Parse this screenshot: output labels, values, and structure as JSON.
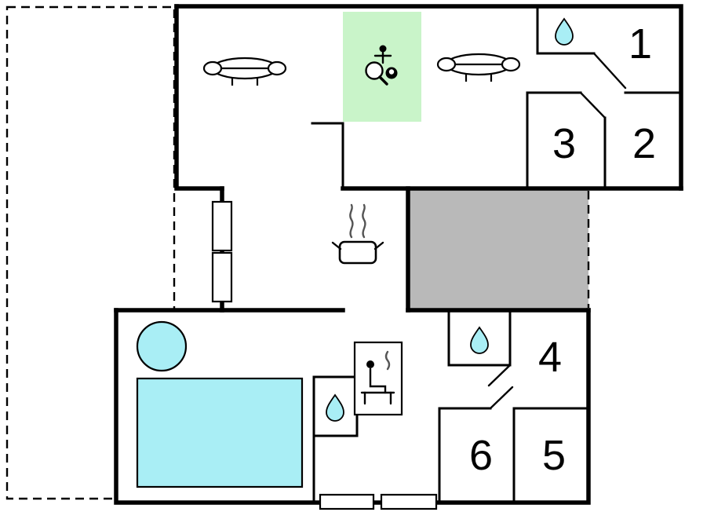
{
  "floorplan": {
    "rooms": [
      {
        "label": "1"
      },
      {
        "label": "2"
      },
      {
        "label": "3"
      },
      {
        "label": "4"
      },
      {
        "label": "5"
      },
      {
        "label": "6"
      }
    ],
    "icons": [
      {
        "name": "water-drop-icon",
        "count": 3
      },
      {
        "name": "sofa-icon",
        "count": 2
      },
      {
        "name": "game-room-icon",
        "count": 1
      },
      {
        "name": "stove-icon",
        "count": 1
      },
      {
        "name": "sauna-icon",
        "count": 1
      },
      {
        "name": "swimming-pool",
        "count": 1
      },
      {
        "name": "hot-tub",
        "count": 1
      }
    ],
    "colors": {
      "wall": "#000000",
      "background": "#ffffff",
      "terrace_light": "#e8e8e8",
      "terrace_dark": "#b9b9b9",
      "games_area_green": "#c9f4c9",
      "water_cyan": "#a9eef5"
    }
  }
}
